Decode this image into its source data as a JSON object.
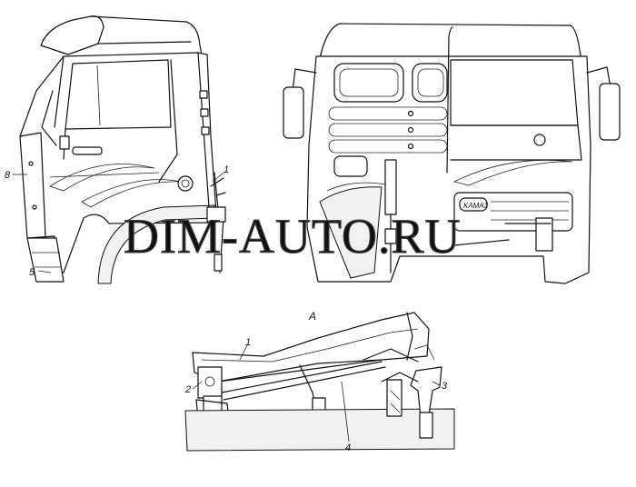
{
  "watermark": "DIM-AUTO.RU",
  "view_label": "A",
  "callouts": {
    "side_1": "1",
    "side_8": "8",
    "side_5": "5",
    "detail_1": "1",
    "detail_2": "2",
    "detail_3": "3",
    "detail_4": "4"
  },
  "grille_badge": "KAMA3"
}
